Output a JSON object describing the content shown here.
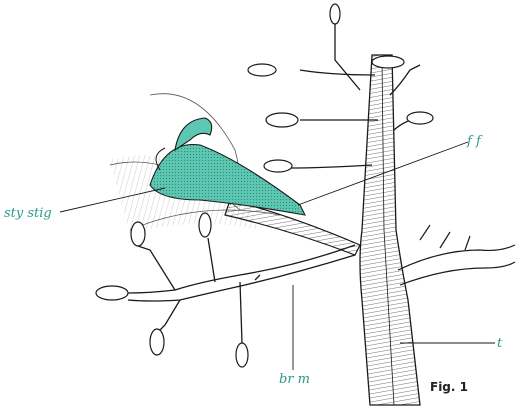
{
  "labels": {
    "sty_stig": "sty stig",
    "ff": "f f",
    "br_m": "br m",
    "t": "t"
  },
  "caption": "Fig. 1",
  "colors": {
    "label": "#2a9a8a",
    "highlight": "#5cc7b2",
    "ink": "#1a1a1a"
  }
}
